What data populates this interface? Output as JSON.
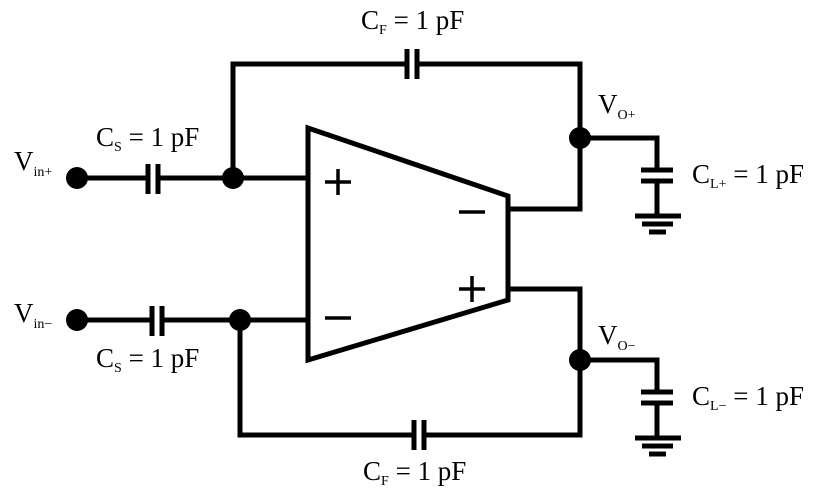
{
  "inputs": {
    "vin_plus": {
      "main": "V",
      "sub": "in+"
    },
    "vin_minus": {
      "main": "V",
      "sub": "in−"
    }
  },
  "outputs": {
    "vo_plus": {
      "main": "V",
      "sub": "O+"
    },
    "vo_minus": {
      "main": "V",
      "sub": "O−"
    }
  },
  "capacitors": {
    "cs_top": {
      "main": "C",
      "sub": "S",
      "value": " = 1 pF"
    },
    "cs_bottom": {
      "main": "C",
      "sub": "S",
      "value": " = 1 pF"
    },
    "cf_top": {
      "main": "C",
      "sub": "F",
      "value": " = 1 pF"
    },
    "cf_bottom": {
      "main": "C",
      "sub": "F",
      "value": " = 1 pF"
    },
    "cl_plus": {
      "main": "C",
      "sub": "L+",
      "value": " = 1 pF"
    },
    "cl_minus": {
      "main": "C",
      "sub": "L−",
      "value": " = 1 pF"
    }
  }
}
